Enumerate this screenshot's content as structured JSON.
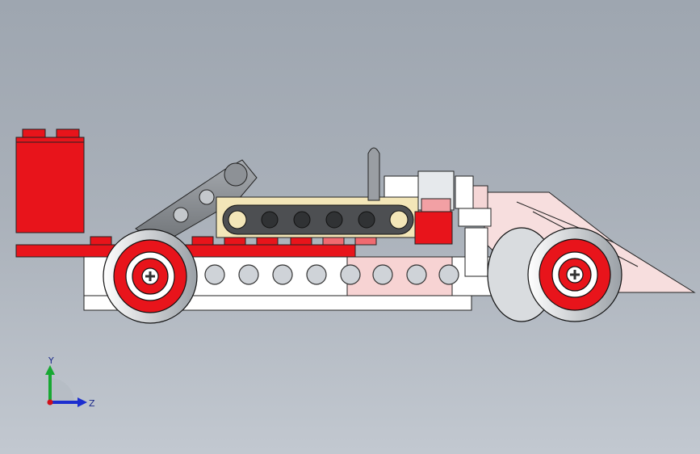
{
  "scene": {
    "subject": "lego-technic-race-car-model",
    "view": "side",
    "background_color": "#a9b0b9"
  },
  "colors": {
    "red": "#e8141b",
    "dark_red": "#a10a0e",
    "pink": "#f5d6d6",
    "white": "#ffffff",
    "dark_gray": "#4d4f52",
    "mid_gray": "#8d9196",
    "tan": "#f3e6b8",
    "tire_white": "#f0f0f0"
  },
  "triad": {
    "y_label": "Y",
    "z_label": "Z",
    "x_color": "#d0101a",
    "y_color": "#17a832",
    "z_color": "#1c2ecf"
  }
}
